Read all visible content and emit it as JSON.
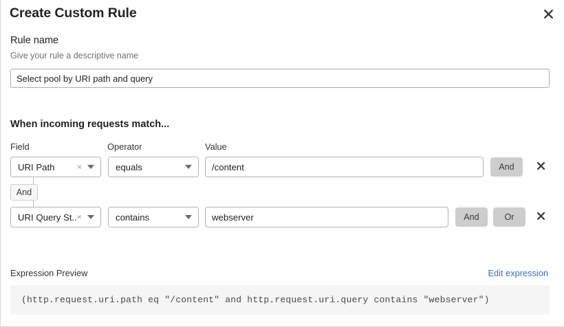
{
  "dialog": {
    "title": "Create Custom Rule",
    "close_icon": "close-icon"
  },
  "rule_name": {
    "label": "Rule name",
    "description": "Give your rule a descriptive name",
    "value": "Select pool by URI path and query",
    "placeholder": "Select pool by URI path and query"
  },
  "match_section": {
    "heading": "When incoming requests match...",
    "columns": {
      "field": "Field",
      "operator": "Operator",
      "value": "Value"
    },
    "rows": [
      {
        "field": "URI Path",
        "operator": "equals",
        "value": "/content",
        "clear_glyph": "×",
        "conjunctions": [
          "And"
        ],
        "delete_icon": "close-icon"
      },
      {
        "field": "URI Query St...",
        "operator": "contains",
        "value": "webserver",
        "clear_glyph": "×",
        "conjunctions": [
          "And",
          "Or"
        ],
        "delete_icon": "close-icon"
      }
    ],
    "connector_badge": "And"
  },
  "expression_preview": {
    "label": "Expression Preview",
    "edit_link": "Edit expression",
    "expression": "(http.request.uri.path eq \"/content\" and http.request.uri.query contains \"webserver\")"
  },
  "colors": {
    "link": "#3573b8",
    "conjunction_button_bg": "#cdcdcd",
    "expression_bg": "#f5f5f5",
    "border": "#b3b3b3"
  }
}
